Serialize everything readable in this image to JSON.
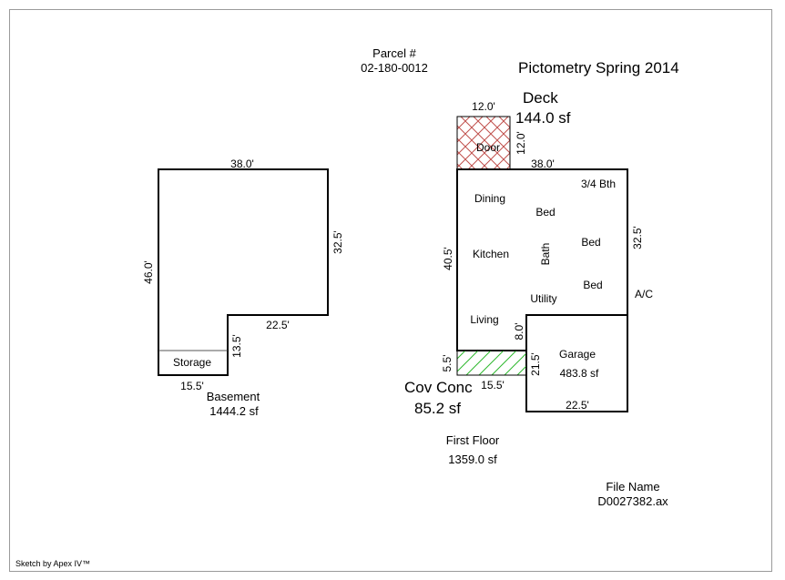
{
  "parcel": {
    "label": "Parcel #",
    "number": "02-180-0012"
  },
  "imagery": "Pictometry Spring 2014",
  "deck": {
    "name": "Deck",
    "area": "144.0 sf",
    "top_dim": "12.0'",
    "side_dim": "12.0'",
    "door": "Door"
  },
  "basement": {
    "name": "Basement",
    "area": "1444.2 sf",
    "dims": {
      "top": "38.0'",
      "right": "32.5'",
      "left": "46.0'",
      "step": "22.5'",
      "notch": "13.5'",
      "bottom": "15.5'"
    },
    "rooms": [
      "Storage"
    ]
  },
  "first_floor": {
    "name": "First Floor",
    "area": "1359.0 sf",
    "dims": {
      "top": "38.0'",
      "right": "32.5'",
      "left": "40.5'",
      "notch": "8.0'"
    },
    "rooms": {
      "dining": "Dining",
      "kitchen": "Kitchen",
      "living": "Living",
      "bath": "Bath",
      "bed1": "Bed",
      "bed2": "Bed",
      "bed3": "Bed",
      "three_quarter_bath": "3/4 Bth",
      "utility": "Utility",
      "ac": "A/C"
    }
  },
  "garage": {
    "name": "Garage",
    "area": "483.8 sf",
    "dims": {
      "left": "21.5'",
      "bottom": "22.5'"
    }
  },
  "cov_conc": {
    "name": "Cov Conc",
    "area": "85.2 sf",
    "dims": {
      "left": "5.5'",
      "bottom": "15.5'"
    }
  },
  "file": {
    "label": "File Name",
    "value": "D0027382.ax"
  },
  "footer": "Sketch by Apex IV™",
  "colors": {
    "deck_hatch": "#c0504d",
    "cov_conc_hatch": "#2db82d",
    "border": "#9a9a9a"
  }
}
